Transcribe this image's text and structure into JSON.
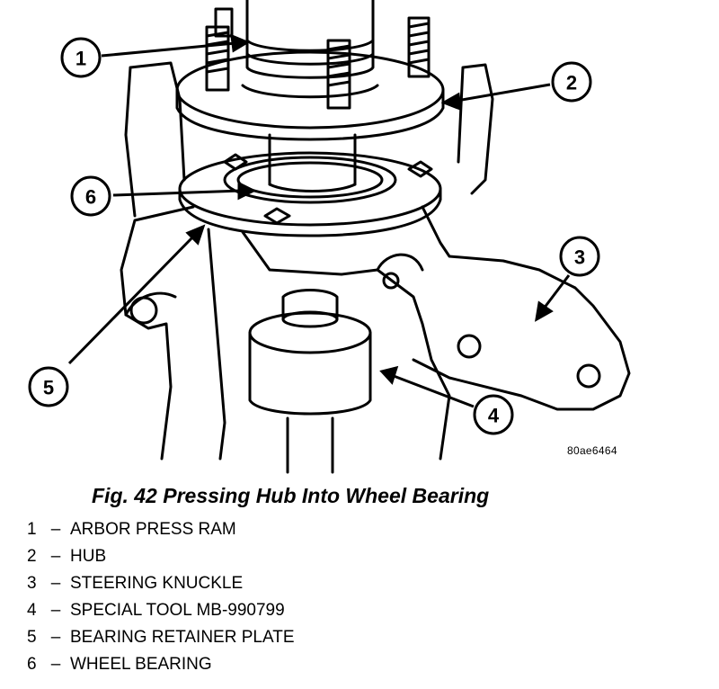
{
  "figure": {
    "code": "80ae6464",
    "caption": "Fig. 42 Pressing Hub Into Wheel Bearing"
  },
  "callouts": [
    {
      "number": "1",
      "label": "ARBOR PRESS RAM"
    },
    {
      "number": "2",
      "label": "HUB"
    },
    {
      "number": "3",
      "label": "STEERING KNUCKLE"
    },
    {
      "number": "4",
      "label": "SPECIAL TOOL MB-990799"
    },
    {
      "number": "5",
      "label": "BEARING RETAINER PLATE"
    },
    {
      "number": "6",
      "label": "WHEEL BEARING"
    }
  ],
  "legend_dash": "–"
}
